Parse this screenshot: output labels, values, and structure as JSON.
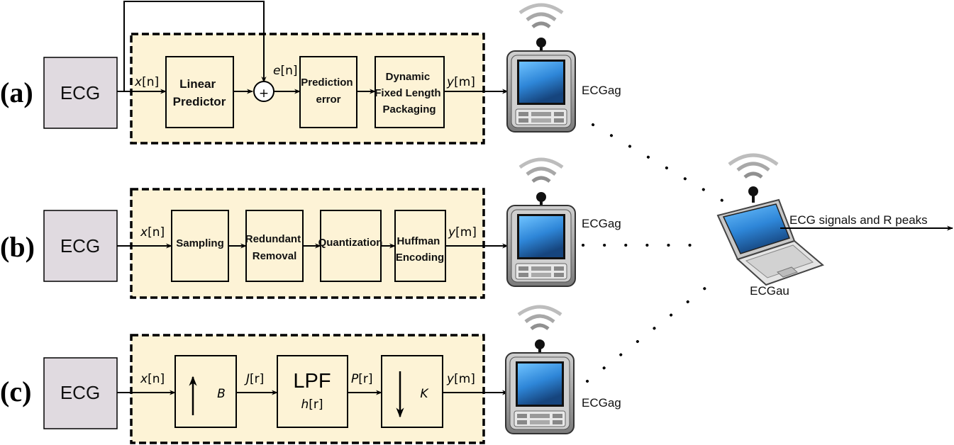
{
  "rows": [
    {
      "label": "(a)",
      "source": "ECG",
      "input": {
        "sym": "x",
        "idx": "[n]"
      },
      "blocks": [
        [
          "Linear",
          "Predictor"
        ],
        [
          "Prediction",
          "error"
        ],
        [
          "Dynamic",
          "Fixed Length",
          "Packaging"
        ]
      ],
      "adder_symbol": "+",
      "error_signal": {
        "sym": "e",
        "idx": "[n]"
      },
      "output": {
        "sym": "y",
        "idx": "[m]"
      },
      "device": "ECGag"
    },
    {
      "label": "(b)",
      "source": "ECG",
      "input": {
        "sym": "x",
        "idx": "[n]"
      },
      "blocks": [
        [
          "Sampling"
        ],
        [
          "Redundant",
          "Removal"
        ],
        [
          "Quantization"
        ],
        [
          "Huffman",
          "Encoding"
        ]
      ],
      "output": {
        "sym": "y",
        "idx": "[m]"
      },
      "device": "ECGag"
    },
    {
      "label": "(c)",
      "source": "ECG",
      "input": {
        "sym": "x",
        "idx": "[n]"
      },
      "upsample": {
        "arrow": "↑",
        "factor": "B"
      },
      "up_signal": {
        "sym": "J",
        "idx": "[r]"
      },
      "lpf": {
        "title": "LPF",
        "sym": "h",
        "idx": "[r]"
      },
      "lpf_signal": {
        "sym": "P",
        "idx": "[r]"
      },
      "downsample": {
        "arrow": "↓",
        "factor": "K"
      },
      "output": {
        "sym": "y",
        "idx": "[m]"
      },
      "device": "ECGag"
    }
  ],
  "aggregator": {
    "label": "ECGau",
    "output_label": "ECG signals and R peaks"
  },
  "colors": {
    "ecg_box": "#e0dae0",
    "processing_area": "#fdf3d6",
    "device_screen": "#2e86d8",
    "device_body": "#9a9a9a"
  },
  "icons": [
    "tablet-device-icon",
    "laptop-icon",
    "wifi-signal-icon"
  ]
}
